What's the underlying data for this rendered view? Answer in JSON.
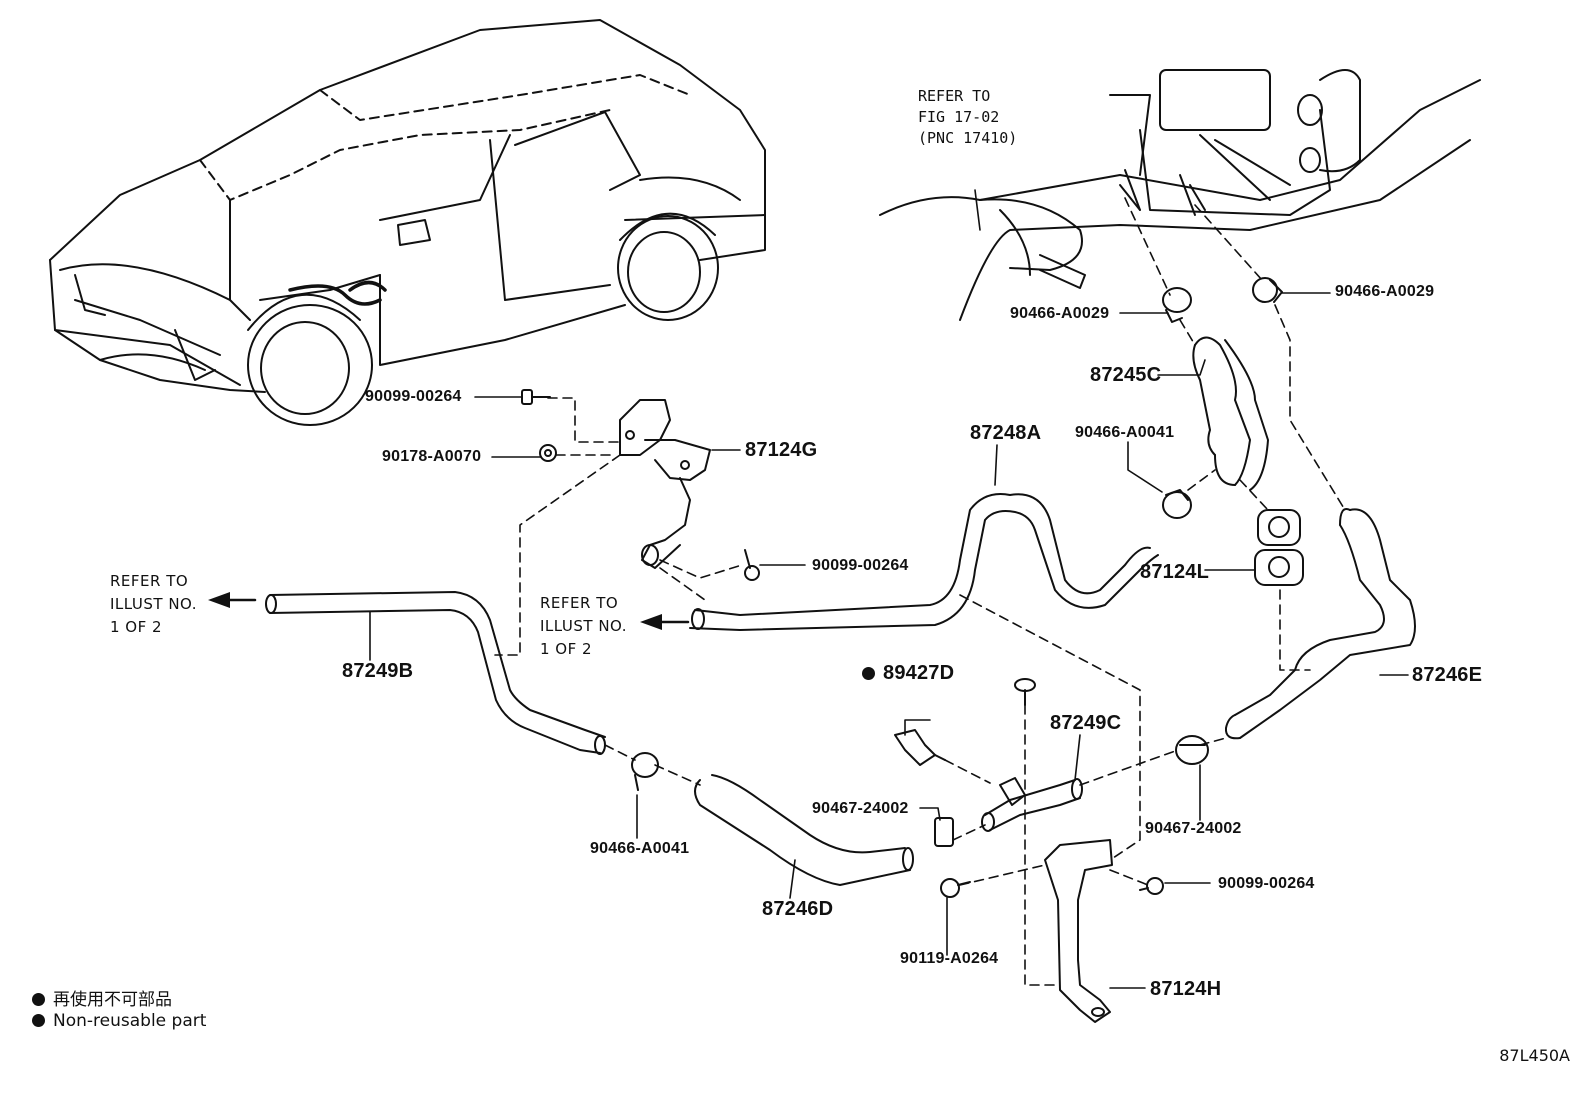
{
  "labels": {
    "p90466_A0029_a": "90466-A0029",
    "p90466_A0029_b": "90466-A0029",
    "p87245C": "87245C",
    "p90466_A0041_a": "90466-A0041",
    "p87248A": "87248A",
    "p87124G": "87124G",
    "p90099_00264_a": "90099-00264",
    "p90178_A0070": "90178-A0070",
    "p90099_00264_b": "90099-00264",
    "p87124L": "87124L",
    "p87249B": "87249B",
    "p89427D": "89427D",
    "p87246E": "87246E",
    "p87249C": "87249C",
    "p90467_24002_a": "90467-24002",
    "p90467_24002_b": "90467-24002",
    "p90466_A0041_b": "90466-A0041",
    "p87246D": "87246D",
    "p90099_00264_c": "90099-00264",
    "p90119_A0264": "90119-A0264",
    "p87124H": "87124H"
  },
  "refer_fig": "REFER TO\nFIG 17-02\n(PNC 17410)",
  "refer_illust_left": "REFER TO\nILLUST NO.\n1 OF 2",
  "refer_illust_mid": "REFER TO\nILLUST NO.\n1 OF 2",
  "legend": {
    "japanese": "再使用不可部品",
    "english": "Non-reusable part"
  },
  "illustration_code": "87L450A",
  "icons": [
    "non-reusable-bullet-icon",
    "arrow-left-icon"
  ]
}
